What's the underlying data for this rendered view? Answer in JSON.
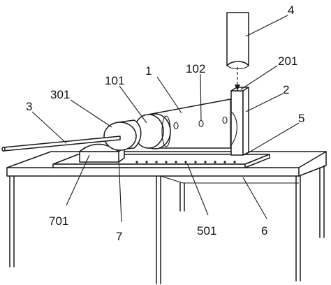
{
  "labels": {
    "l1": "1",
    "l101": "101",
    "l102": "102",
    "l2": "2",
    "l201": "201",
    "l3": "3",
    "l301": "301",
    "l4": "4",
    "l5": "5",
    "l501": "501",
    "l6": "6",
    "l7": "7",
    "l701": "701"
  }
}
